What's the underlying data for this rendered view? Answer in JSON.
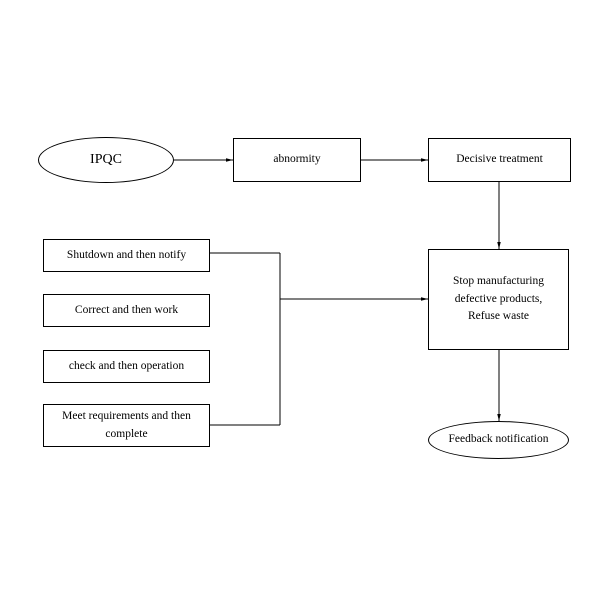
{
  "nodes": {
    "ipqc": "IPQC",
    "abnormity": "abnormity",
    "decisive_treatment": "Decisive treatment",
    "stop": "Stop manufacturing\ndefective products,\nRefuse waste",
    "feedback": "Feedback notification",
    "left_boxes": [
      "Shutdown and then notify",
      "Correct and then work",
      "check and then operation",
      "Meet requirements and then\ncomplete"
    ]
  },
  "colors": {
    "stroke": "#000000",
    "background": "#ffffff"
  }
}
